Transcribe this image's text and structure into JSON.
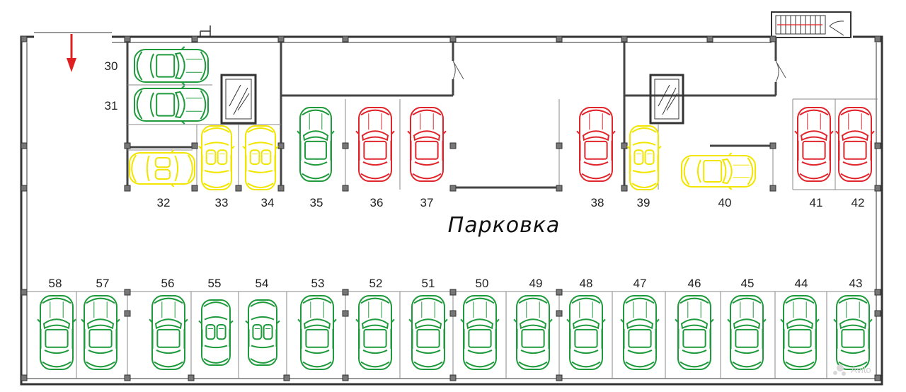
{
  "title": "Парковка",
  "watermark": "Avito",
  "colors": {
    "green": "#1f9a3c",
    "red": "#e0252c",
    "yellow": "#f2e600",
    "wall": "#333333",
    "arrow": "#e02020"
  },
  "spaces_top": [
    {
      "num": "30",
      "status": "green",
      "car": "coupe"
    },
    {
      "num": "31",
      "status": "green",
      "car": "coupe"
    },
    {
      "num": "32",
      "status": "yellow",
      "car": "convertible"
    },
    {
      "num": "33",
      "status": "yellow",
      "car": "convertible"
    },
    {
      "num": "34",
      "status": "yellow",
      "car": "convertible"
    },
    {
      "num": "35",
      "status": "green",
      "car": "coupe"
    },
    {
      "num": "36",
      "status": "red",
      "car": "coupe"
    },
    {
      "num": "37",
      "status": "red",
      "car": "coupe"
    },
    {
      "num": "38",
      "status": "red",
      "car": "coupe"
    },
    {
      "num": "39",
      "status": "yellow",
      "car": "convertible"
    },
    {
      "num": "40",
      "status": "yellow",
      "car": "coupe"
    },
    {
      "num": "41",
      "status": "red",
      "car": "coupe"
    },
    {
      "num": "42",
      "status": "red",
      "car": "coupe"
    }
  ],
  "spaces_bottom": [
    {
      "num": "58",
      "status": "green",
      "car": "coupe"
    },
    {
      "num": "57",
      "status": "green",
      "car": "coupe"
    },
    {
      "num": "56",
      "status": "green",
      "car": "coupe"
    },
    {
      "num": "55",
      "status": "green",
      "car": "convertible"
    },
    {
      "num": "54",
      "status": "green",
      "car": "convertible"
    },
    {
      "num": "53",
      "status": "green",
      "car": "coupe"
    },
    {
      "num": "52",
      "status": "green",
      "car": "coupe"
    },
    {
      "num": "51",
      "status": "green",
      "car": "coupe"
    },
    {
      "num": "50",
      "status": "green",
      "car": "coupe"
    },
    {
      "num": "49",
      "status": "green",
      "car": "coupe"
    },
    {
      "num": "48",
      "status": "green",
      "car": "coupe"
    },
    {
      "num": "47",
      "status": "green",
      "car": "coupe"
    },
    {
      "num": "46",
      "status": "green",
      "car": "coupe"
    },
    {
      "num": "45",
      "status": "green",
      "car": "coupe"
    },
    {
      "num": "44",
      "status": "green",
      "car": "coupe"
    },
    {
      "num": "43",
      "status": "green",
      "car": "coupe"
    }
  ]
}
